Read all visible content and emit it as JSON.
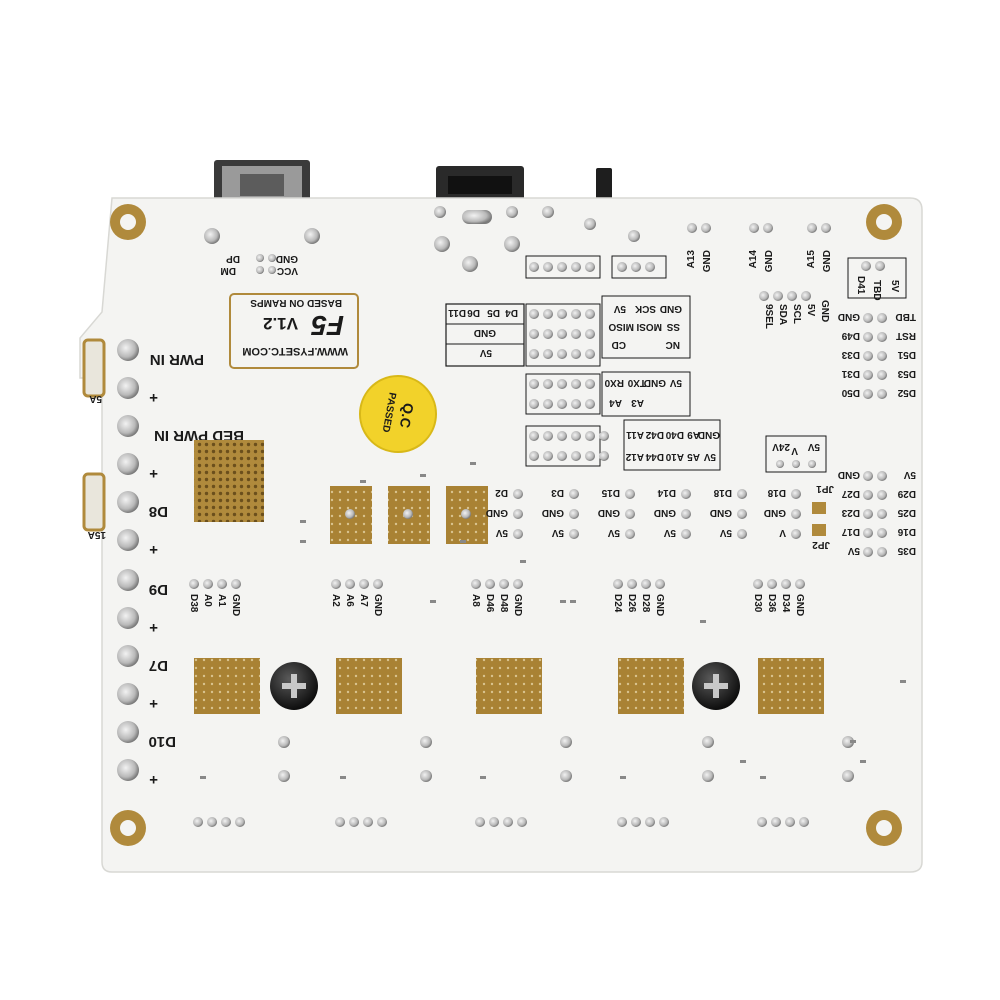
{
  "board": {
    "logo_text": "F5",
    "version": "V1.2",
    "based_on": "BASED ON RAMPS",
    "website": "WWW.FYSETC.COM",
    "qc_label": "Q.C",
    "qc_status": "PASSED",
    "colors": {
      "board": "#f4f4f2",
      "gold_pad": "#b08a3c",
      "silkscreen": "#1a1a1a",
      "qc_sticker": "#f2d22a"
    }
  },
  "left_terminals": {
    "pwr_in": "PWR IN",
    "plus1": "+",
    "bed_pwr_in": "BED PWR IN",
    "plus2": "+",
    "d8": "D8",
    "plus3": "+",
    "d9": "D9",
    "plus4": "+",
    "d7": "D7",
    "plus5": "+",
    "d10": "D10",
    "plus6": "+",
    "fuse1_rating": "5A",
    "fuse2_rating": "15A"
  },
  "usb": {
    "dp": "DP",
    "dm": "DM",
    "gnd": "GND",
    "vcc": "VCC"
  },
  "aux_header": {
    "d11": "D11",
    "d6": "D6",
    "d5": "D5",
    "d4": "D4",
    "gnd": "GND",
    "v5": "5V"
  },
  "spi_header": {
    "v5": "5V",
    "sck": "SCK",
    "gnd": "GND",
    "miso": "MISO",
    "mosi": "MOSI",
    "ss": "SS",
    "cd": "CD",
    "nc": "NC"
  },
  "serial_header": {
    "rx0": "RX0",
    "tx0": "TX0",
    "gnd": "GND",
    "v5": "5V",
    "a4": "A4",
    "a3": "A3"
  },
  "analog_header": {
    "a11": "A11",
    "d42": "D42",
    "d40": "D40",
    "a9": "A9",
    "gnd": "GND",
    "a12": "A12",
    "d44": "D44",
    "a10": "A10",
    "a5": "A5",
    "v5": "5V"
  },
  "top_right": {
    "a13": "A13",
    "gnd1": "GND",
    "a14": "A14",
    "gnd2": "GND",
    "a15": "A15",
    "gnd3": "GND",
    "d41": "D41",
    "tbd": "TBD",
    "v5": "5V",
    "sel": "9SEL",
    "sda": "SDA",
    "scl": "SCL",
    "v5b": "5V",
    "gnd4": "GND"
  },
  "right_column": {
    "left_labels": [
      "GND",
      "D49",
      "D33",
      "D31",
      "D50"
    ],
    "right_labels": [
      "TBD",
      "RST",
      "D51",
      "D53",
      "D52"
    ],
    "lower_left": [
      "GND",
      "D27",
      "D23",
      "D17",
      "5V"
    ],
    "lower_right": [
      "5V",
      "D29",
      "D25",
      "D16",
      "D35"
    ],
    "jp1": "JP1",
    "jp2": "JP2"
  },
  "power_select": {
    "v24": "24V",
    "v": "V",
    "v5": "5V"
  },
  "endstops": [
    {
      "pin": "D2",
      "gnd": "GND",
      "v5": "5V"
    },
    {
      "pin": "D3",
      "gnd": "GND",
      "v5": "5V"
    },
    {
      "pin": "D15",
      "gnd": "GND",
      "v5": "5V"
    },
    {
      "pin": "D14",
      "gnd": "GND",
      "v5": "5V"
    },
    {
      "pin": "D18",
      "gnd": "GND",
      "v5": "5V"
    },
    {
      "pin": "D18",
      "gnd": "GND",
      "v5": "V"
    }
  ],
  "drivers": [
    {
      "pins": [
        "D38",
        "A0",
        "A1",
        "GND"
      ]
    },
    {
      "pins": [
        "A2",
        "A6",
        "A7",
        "GND"
      ]
    },
    {
      "pins": [
        "A8",
        "D46",
        "D48",
        "GND"
      ]
    },
    {
      "pins": [
        "D24",
        "D26",
        "D28",
        "GND"
      ]
    },
    {
      "pins": [
        "D30",
        "D36",
        "D34",
        "GND"
      ]
    }
  ]
}
